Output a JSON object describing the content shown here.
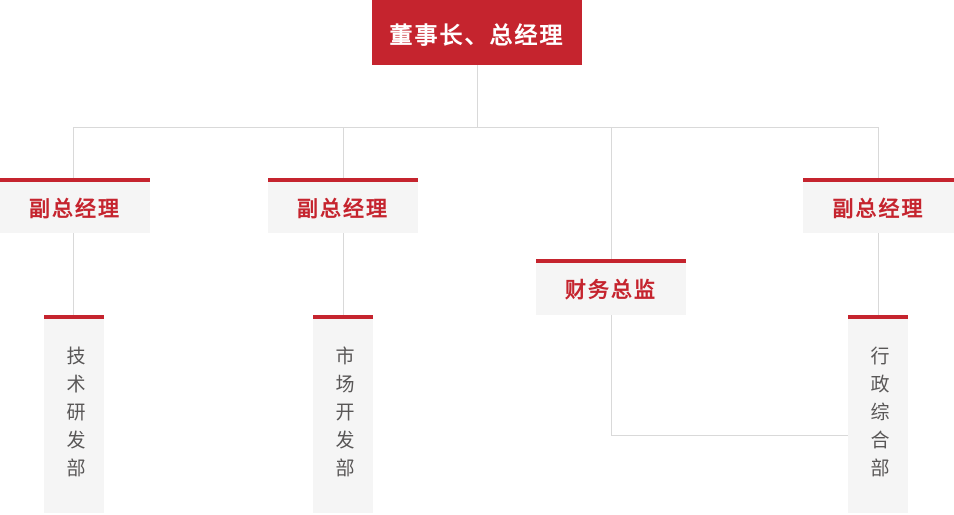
{
  "nodes": {
    "root": {
      "label": "董事长、总经理"
    },
    "vp_left": {
      "label": "副总经理"
    },
    "vp_mid": {
      "label": "副总经理"
    },
    "finance": {
      "label": "财务总监"
    },
    "vp_right": {
      "label": "副总经理"
    },
    "dept_tech": {
      "label": "技术研发部"
    },
    "dept_market": {
      "label": "市场开发部"
    },
    "dept_admin": {
      "label": "行政综合部"
    }
  },
  "edges": [
    {
      "from": "root",
      "to": "vp_left"
    },
    {
      "from": "root",
      "to": "vp_mid"
    },
    {
      "from": "root",
      "to": "finance"
    },
    {
      "from": "root",
      "to": "vp_right"
    },
    {
      "from": "vp_left",
      "to": "dept_tech"
    },
    {
      "from": "vp_mid",
      "to": "dept_market"
    },
    {
      "from": "finance",
      "to": "dept_admin"
    },
    {
      "from": "vp_right",
      "to": "dept_admin"
    }
  ],
  "colors": {
    "accent_red": "#c5242e",
    "node_bg": "#f5f5f5",
    "connector_gray": "#d9d9d9",
    "dept_text": "#595757",
    "root_text": "#ffffff",
    "background": "#ffffff"
  }
}
